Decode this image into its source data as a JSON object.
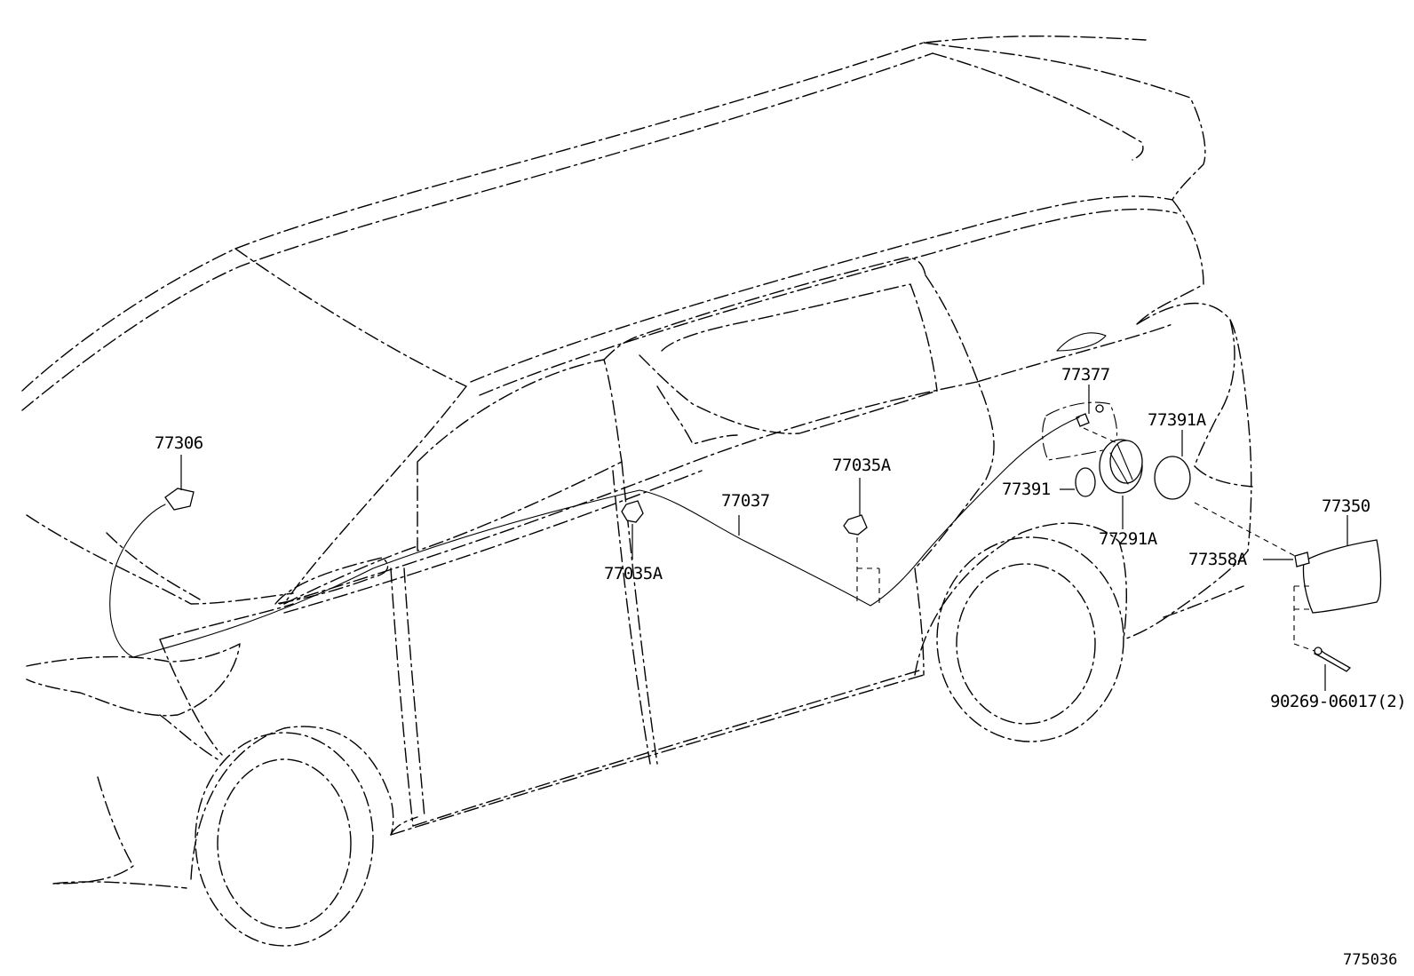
{
  "diagram_id": "775036",
  "parts": {
    "p77306": "77306",
    "p77035a_left": "77035A",
    "p77037": "77037",
    "p77035a_right": "77035A",
    "p77377": "77377",
    "p77391a": "77391A",
    "p77391": "77391",
    "p77291a": "77291A",
    "p77350": "77350",
    "p77358a": "77358A",
    "p90269": "90269-06017(2)"
  }
}
